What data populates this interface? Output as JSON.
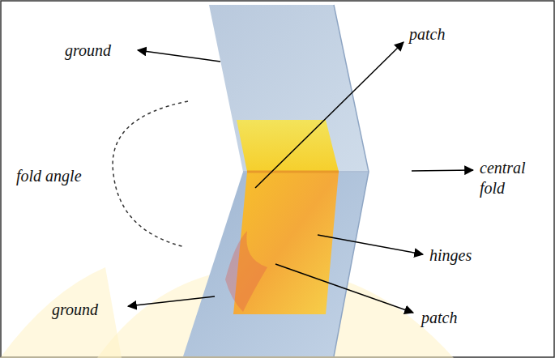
{
  "diagram": {
    "labels": [
      "ground",
      "patch",
      "fold angle",
      "central fold",
      "hinges",
      "ground",
      "patch"
    ]
  }
}
